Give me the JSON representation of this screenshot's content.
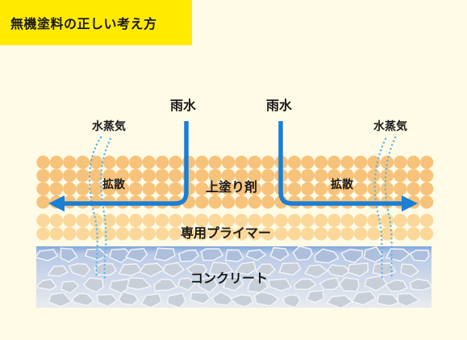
{
  "title": "無機塗料の正しい考え方",
  "labels": {
    "rain_left": "雨水",
    "rain_right": "雨水",
    "vapor_left": "水蒸気",
    "vapor_right": "水蒸気",
    "diffusion_left": "拡散",
    "diffusion_right": "拡散",
    "topcoat": "上塗り剤",
    "primer": "専用プライマー",
    "concrete": "コンクリート"
  },
  "colors": {
    "title_bg": "#ffea00",
    "page_bg": "#fffbe6",
    "topcoat_dot": "#f7c27a",
    "primer_dot": "#fbd89a",
    "arrow": "#1a7fd6",
    "vapor": "#57b8ea",
    "concrete_stone": "#c9cfd9",
    "concrete_grout": "#9fb9dc"
  }
}
